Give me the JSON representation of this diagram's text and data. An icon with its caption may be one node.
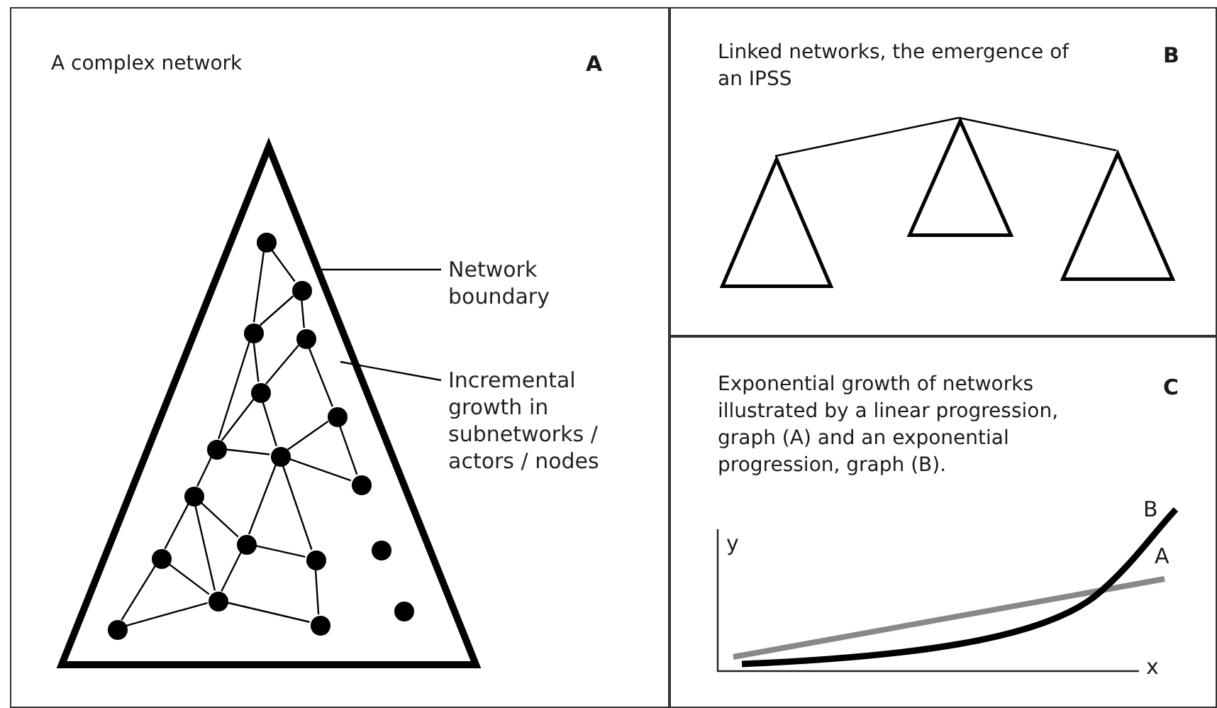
{
  "diagram": {
    "nodes": [
      {
        "text": [
          "A complex network",
          "A"
        ]
      },
      {
        "text": [],
        "shape": "triangle",
        "in": 0
      },
      {
        "text": [],
        "shape": "circle",
        "in": 1
      },
      {
        "text": [],
        "shape": "circle",
        "in": 1
      },
      {
        "text": [],
        "shape": "circle",
        "in": 1
      },
      {
        "text": [],
        "shape": "circle",
        "in": 1
      },
      {
        "text": [],
        "shape": "circle",
        "in": 1
      },
      {
        "text": [],
        "shape": "circle",
        "in": 1
      },
      {
        "text": [],
        "shape": "circle",
        "in": 1
      },
      {
        "text": [],
        "shape": "circle",
        "in": 1
      },
      {
        "text": [],
        "shape": "circle",
        "in": 1
      },
      {
        "text": [],
        "shape": "circle",
        "in": 1
      },
      {
        "text": [],
        "shape": "circle",
        "in": 1
      },
      {
        "text": [],
        "shape": "circle",
        "in": 1
      },
      {
        "text": [],
        "shape": "circle",
        "in": 1
      },
      {
        "text": [],
        "shape": "circle",
        "in": 1
      },
      {
        "text": [],
        "shape": "circle",
        "in": 1
      },
      {
        "text": [],
        "shape": "circle",
        "in": 1
      },
      {
        "text": [],
        "shape": "circle",
        "in": 1
      },
      {
        "text": [],
        "shape": "circle",
        "in": 1
      },
      {
        "text": [
          "Network boundary"
        ],
        "in": 0
      },
      {
        "text": [
          "Incremental growth in subnetworks / actors / nodes"
        ],
        "in": 0
      },
      {
        "text": [
          "Linked networks, the emergence of an IPSS",
          "B"
        ]
      },
      {
        "text": [],
        "shape": "triangle",
        "in": 22
      },
      {
        "text": [],
        "shape": "triangle",
        "in": 22
      },
      {
        "text": [],
        "shape": "triangle",
        "in": 22
      },
      {
        "text": [
          "Exponential growth of networks illustrated by a linear progression, graph (A) and an exponential progression, graph (B).",
          "C"
        ]
      },
      {
        "text": [],
        "shape": "picture",
        "in": 26
      }
    ],
    "edges": [
      {
        "from": 2,
        "to": 3,
        "arrow": "none"
      },
      {
        "from": 2,
        "to": 4,
        "arrow": "none"
      },
      {
        "from": 3,
        "to": 4,
        "arrow": "none"
      },
      {
        "from": 3,
        "to": 5,
        "arrow": "none"
      },
      {
        "from": 4,
        "to": 6,
        "arrow": "none"
      },
      {
        "from": 4,
        "to": 8,
        "arrow": "none"
      },
      {
        "from": 5,
        "to": 6,
        "arrow": "none"
      },
      {
        "from": 5,
        "to": 7,
        "arrow": "none"
      },
      {
        "from": 6,
        "to": 8,
        "arrow": "none"
      },
      {
        "from": 6,
        "to": 9,
        "arrow": "none"
      },
      {
        "from": 7,
        "to": 9,
        "arrow": "none"
      },
      {
        "from": 7,
        "to": 10,
        "arrow": "none"
      },
      {
        "from": 8,
        "to": 9,
        "arrow": "none"
      },
      {
        "from": 8,
        "to": 11,
        "arrow": "none"
      },
      {
        "from": 9,
        "to": 10,
        "arrow": "none"
      },
      {
        "from": 9,
        "to": 12,
        "arrow": "none"
      },
      {
        "from": 9,
        "to": 15,
        "arrow": "none"
      },
      {
        "from": 11,
        "to": 12,
        "arrow": "none"
      },
      {
        "from": 11,
        "to": 14,
        "arrow": "none"
      },
      {
        "from": 11,
        "to": 16,
        "arrow": "none"
      },
      {
        "from": 12,
        "to": 15,
        "arrow": "none"
      },
      {
        "from": 12,
        "to": 16,
        "arrow": "none"
      },
      {
        "from": 14,
        "to": 16,
        "arrow": "none"
      },
      {
        "from": 14,
        "to": 18,
        "arrow": "none"
      },
      {
        "from": 16,
        "to": 18,
        "arrow": "none"
      },
      {
        "from": 16,
        "to": 19,
        "arrow": "none"
      },
      {
        "from": 15,
        "to": 19,
        "arrow": "none"
      },
      {
        "from": 20,
        "to": 1,
        "arrow": "none"
      },
      {
        "from": 21,
        "to": 1,
        "arrow": "none"
      },
      {
        "from": 24,
        "to": 23,
        "arrow": "none"
      },
      {
        "from": 24,
        "to": 25,
        "arrow": "none"
      }
    ],
    "labels": [
      "B",
      "y",
      "A",
      "x"
    ]
  }
}
